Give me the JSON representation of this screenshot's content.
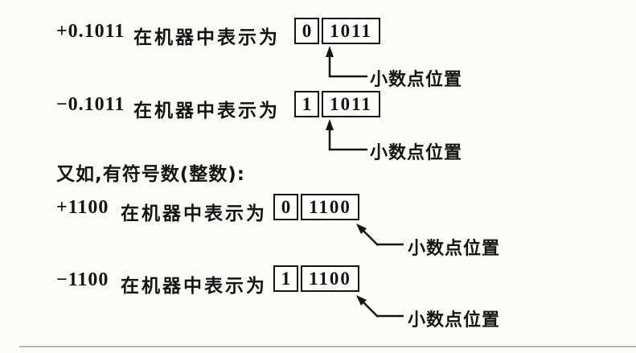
{
  "figure": {
    "rows": [
      {
        "value": "+0.1011",
        "caption": "在机器中表示为",
        "sign_bit": "0",
        "magnitude": "1011",
        "pointer_label": "小数点位置",
        "pointer_target": "between-sign-and-magnitude"
      },
      {
        "value": "−0.1011",
        "caption": "在机器中表示为",
        "sign_bit": "1",
        "magnitude": "1011",
        "pointer_label": "小数点位置",
        "pointer_target": "between-sign-and-magnitude"
      },
      {
        "value": "+1100",
        "caption": "在机器中表示为",
        "sign_bit": "0",
        "magnitude": "1100",
        "pointer_label": "小数点位置",
        "pointer_target": "right-end-of-register"
      },
      {
        "value": "−1100",
        "caption": "在机器中表示为",
        "sign_bit": "1",
        "magnitude": "1100",
        "pointer_label": "小数点位置",
        "pointer_target": "right-end-of-register"
      }
    ],
    "interlude": "又如,有符号数(整数):"
  }
}
